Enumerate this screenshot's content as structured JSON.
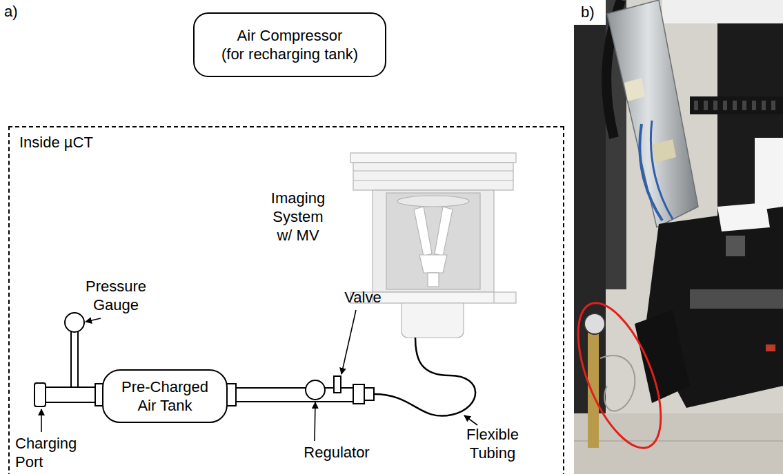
{
  "diagram": {
    "nodes": [
      {
        "text": [
          "Air Compressor (for recharging tank)"
        ]
      },
      {
        "text": [
          "Inside µCT"
        ]
      },
      {
        "text": [
          "Pre-Charged Air Tank"
        ],
        "in": 1
      }
    ],
    "labels": [
      "a)",
      "b)",
      "Imaging System w/ MV",
      "Pressure Gauge",
      "Valve",
      "Charging Port",
      "Regulator",
      "Flexible Tubing"
    ]
  }
}
